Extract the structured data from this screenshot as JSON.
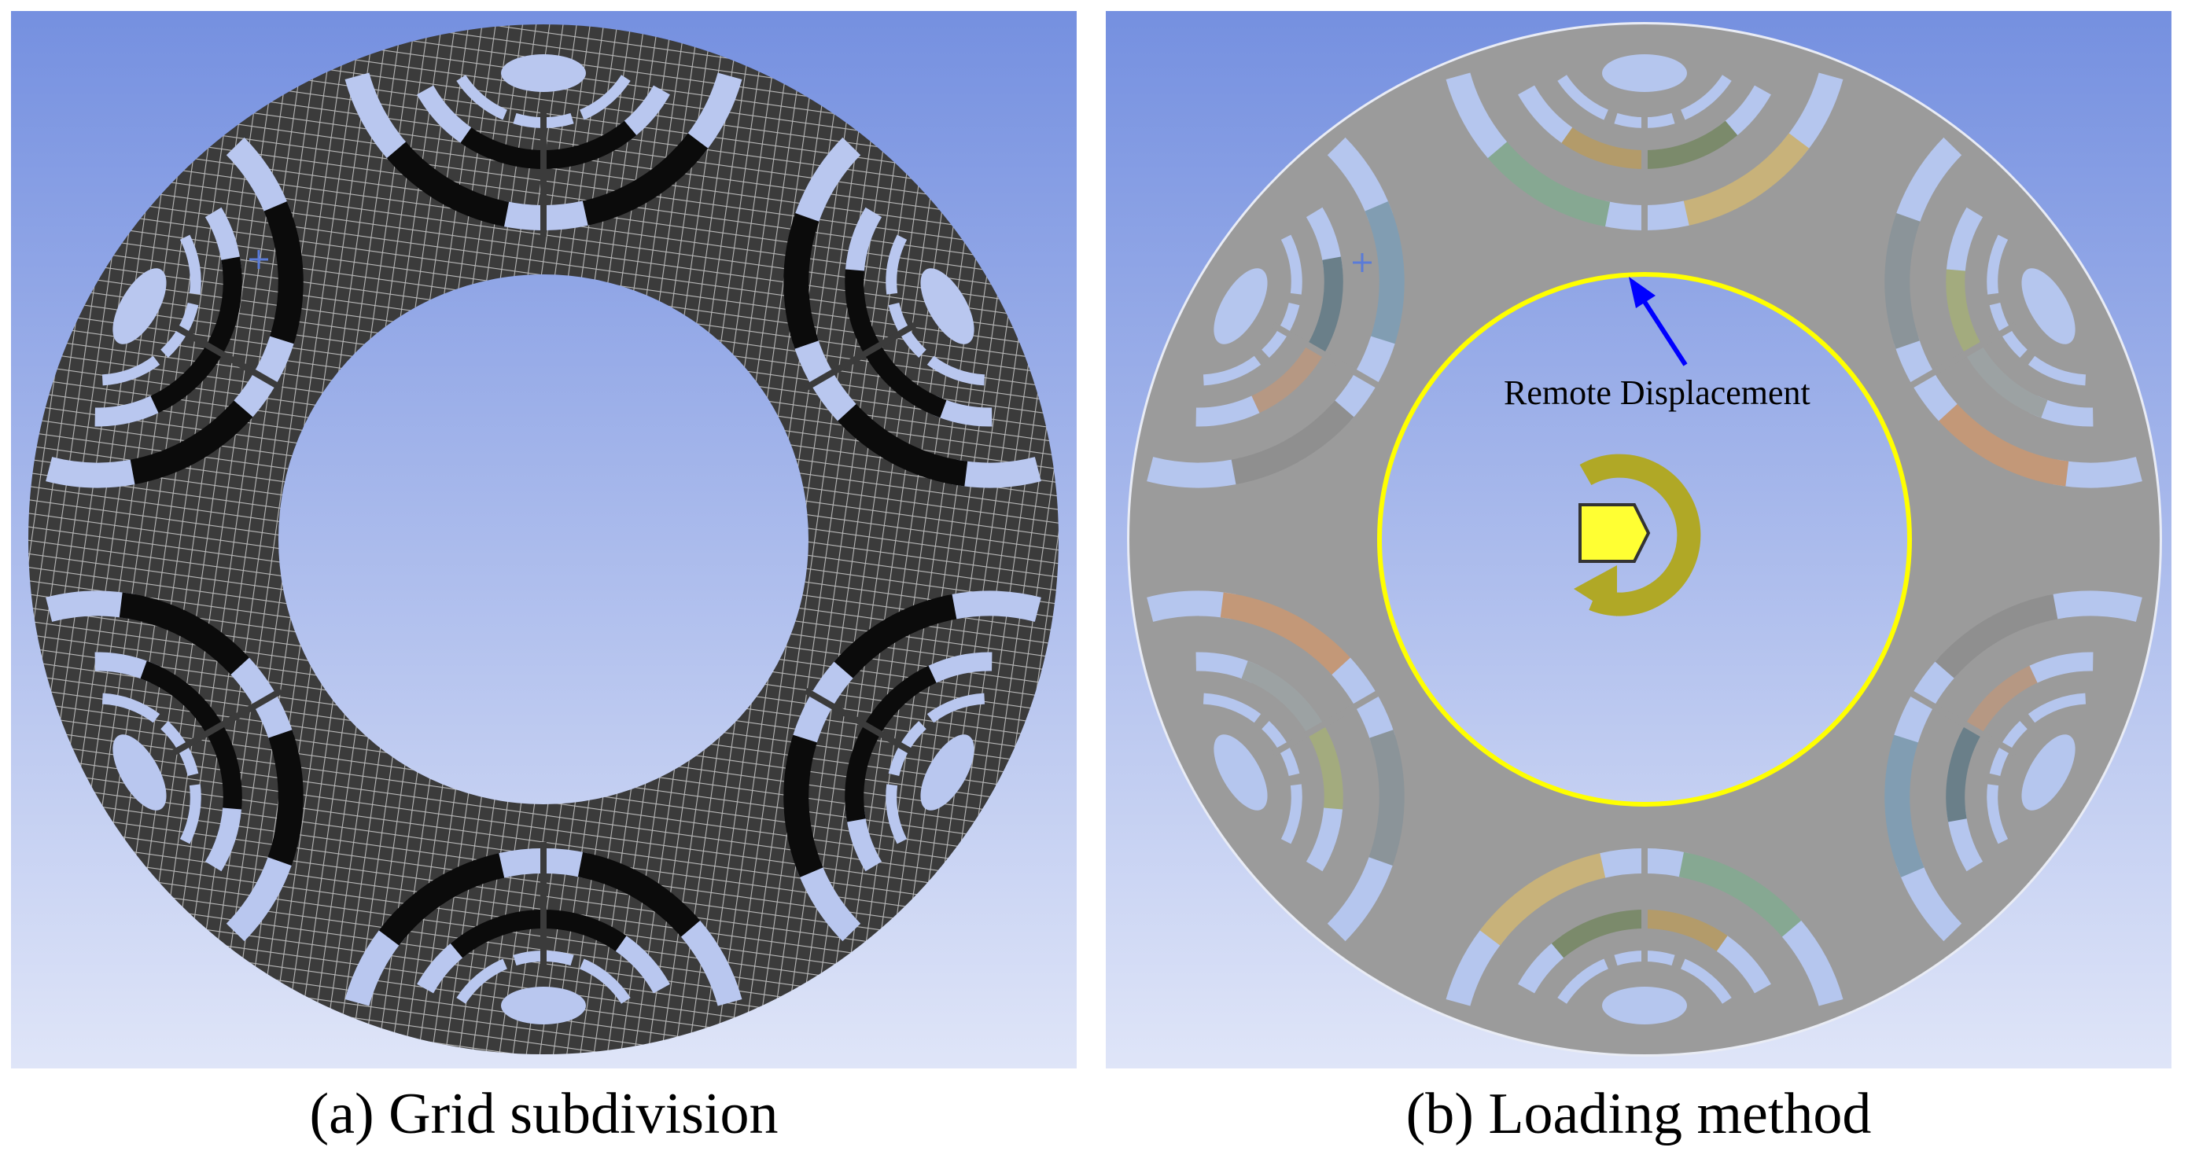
{
  "figure": {
    "panel_a": {
      "caption": "(a) Grid subdivision"
    },
    "panel_b": {
      "caption": "(b) Loading method",
      "annotation": "Remote Displacement"
    }
  },
  "colors": {
    "background_top": "#7590e0",
    "background_bottom": "#dfe5f8",
    "mesh_fill": "#3b3b3b",
    "mesh_line": "#b8b8b8",
    "magnet_a": "#0b0b0b",
    "body_b": "#9b9b9b",
    "outline_b": "#e9ecf5",
    "highlight_ring": "#ffff00",
    "moment_arrow": "#b0a826",
    "pointer_arrow": "#0000ff",
    "slot_b": "#b5c6ee",
    "magnet_b": [
      "#c8b27a",
      "#86a892",
      "#7b8a6b",
      "#b39b6a",
      "#c39878",
      "#8b9499",
      "#9ca2a3",
      "#a3ab7e",
      "#819db2",
      "#8f8f8f",
      "#6a7f89",
      "#b69883"
    ]
  },
  "icons": {
    "moment": "rotation-moment-icon",
    "pointer": "arrow-icon",
    "origin": "crosshair-icon"
  }
}
